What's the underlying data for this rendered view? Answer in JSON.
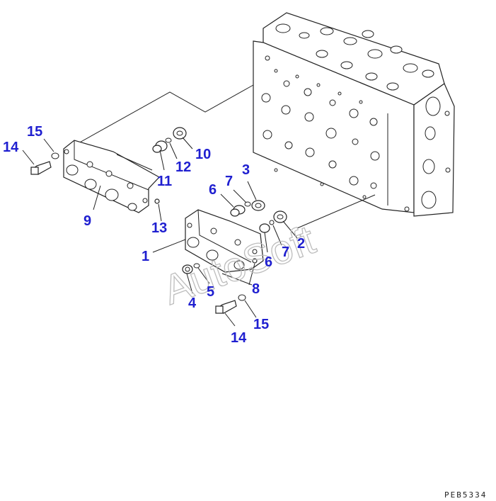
{
  "diagram": {
    "callouts": [
      {
        "id": "c14a",
        "text": "14"
      },
      {
        "id": "c15a",
        "text": "15"
      },
      {
        "id": "c9",
        "text": "9"
      },
      {
        "id": "c11",
        "text": "11"
      },
      {
        "id": "c12",
        "text": "12"
      },
      {
        "id": "c10",
        "text": "10"
      },
      {
        "id": "c13",
        "text": "13"
      },
      {
        "id": "c6a",
        "text": "6"
      },
      {
        "id": "c7a",
        "text": "7"
      },
      {
        "id": "c3",
        "text": "3"
      },
      {
        "id": "c2",
        "text": "2"
      },
      {
        "id": "c7b",
        "text": "7"
      },
      {
        "id": "c6b",
        "text": "6"
      },
      {
        "id": "c1",
        "text": "1"
      },
      {
        "id": "c5",
        "text": "5"
      },
      {
        "id": "c4",
        "text": "4"
      },
      {
        "id": "c8",
        "text": "8"
      },
      {
        "id": "c15b",
        "text": "15"
      },
      {
        "id": "c14b",
        "text": "14"
      }
    ],
    "drawing_code": "PEB5334",
    "watermark": "AutoSoft",
    "callout_color": "#1f1fd0"
  }
}
